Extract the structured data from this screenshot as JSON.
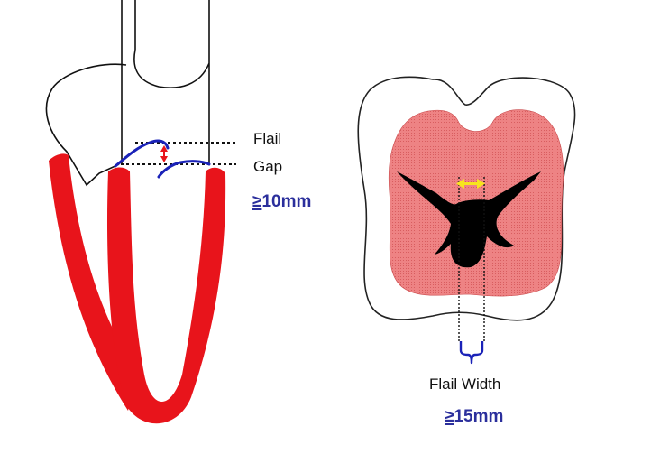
{
  "colors": {
    "myocardium": "#e8141b",
    "orifice_fill": "#ec7f80",
    "leaflet_outline": "#1a22b8",
    "measurement_text": "#2b2f9c",
    "gap_arrow": "#e8141b",
    "width_arrow": "#f7e51e",
    "coaptation_gap": "#000000"
  },
  "icons": {
    "gap_arrow": "vertical-double-arrow",
    "width_arrow": "horizontal-double-arrow",
    "width_brace": "bracket"
  },
  "left_panel": {
    "label_line1": "Flail",
    "label_line2": "Gap",
    "measure_symbol": "≥",
    "measure_value": "10mm"
  },
  "right_panel": {
    "label": "Flail Width",
    "measure_symbol": "≥",
    "measure_value": "15mm"
  }
}
